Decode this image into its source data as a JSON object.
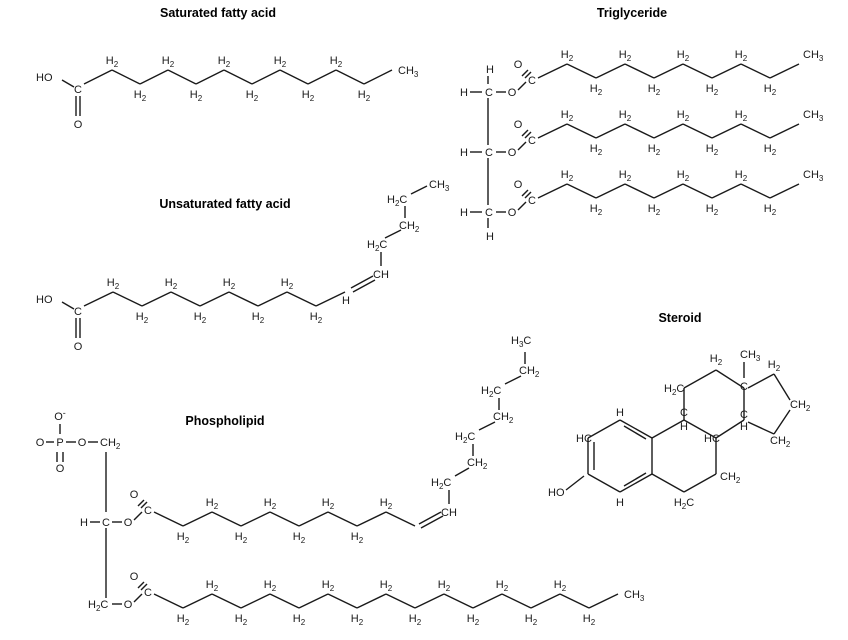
{
  "titles": {
    "saturated": "Saturated fatty acid",
    "unsaturated": "Unsaturated fatty acid",
    "triglyceride": "Triglyceride",
    "steroid": "Steroid",
    "phospholipid": "Phospholipid"
  },
  "labels": {
    "ch2": "H2",
    "ch3": "CH3",
    "ho": "HO",
    "o": "O",
    "c": "C",
    "h": "H",
    "ch": "CH",
    "hc": "HC",
    "o_minus": "O-",
    "p": "P",
    "h2c": "H2C",
    "ch2_right": "CH2",
    "h3c": "H3C"
  }
}
